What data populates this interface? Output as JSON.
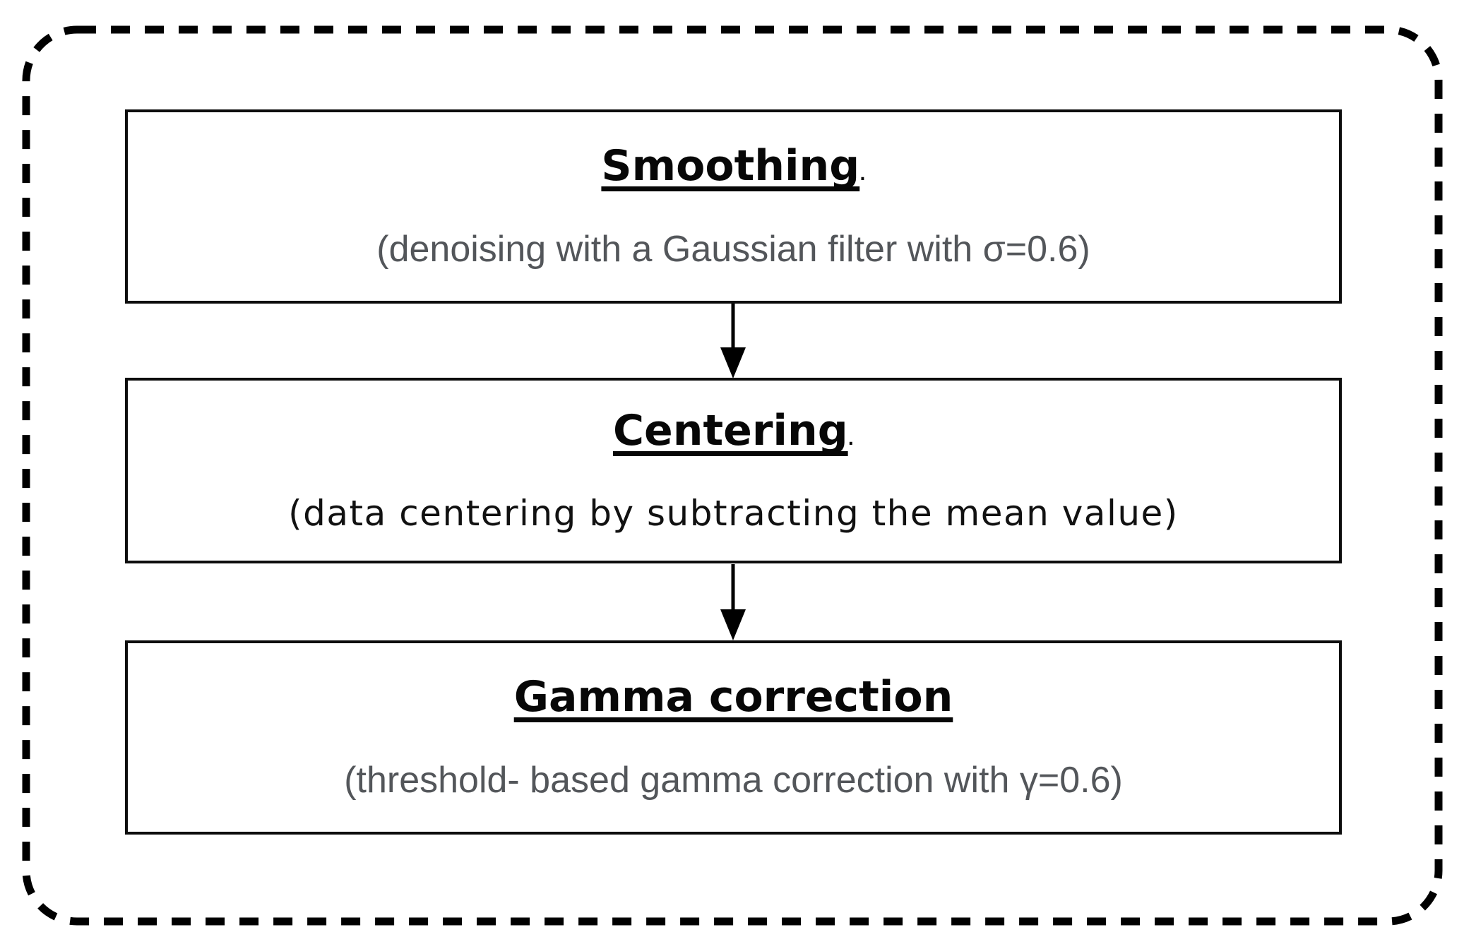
{
  "flowchart": {
    "boxes": [
      {
        "id": "smoothing",
        "title": "Smoothing",
        "title_suffix": ".",
        "subtitle": "(denoising with a Gaussian filter with σ=0.6)"
      },
      {
        "id": "centering",
        "title": "Centering",
        "title_suffix": ".",
        "subtitle": "(data centering by subtracting the mean value)"
      },
      {
        "id": "gamma-correction",
        "title": "Gamma correction",
        "title_suffix": "",
        "subtitle": "(threshold- based gamma correction with γ=0.6)"
      }
    ],
    "connectors": [
      {
        "from": "smoothing",
        "to": "centering",
        "type": "arrow-down"
      },
      {
        "from": "centering",
        "to": "gamma-correction",
        "type": "arrow-down"
      }
    ],
    "colors": {
      "background": "#ffffff",
      "box_border": "#0d0d0d",
      "dashed_border": "#000000",
      "title_text": "#070707",
      "subtitle_gray": "#53565a",
      "subtitle_black": "#111111",
      "arrow": "#000000"
    }
  }
}
